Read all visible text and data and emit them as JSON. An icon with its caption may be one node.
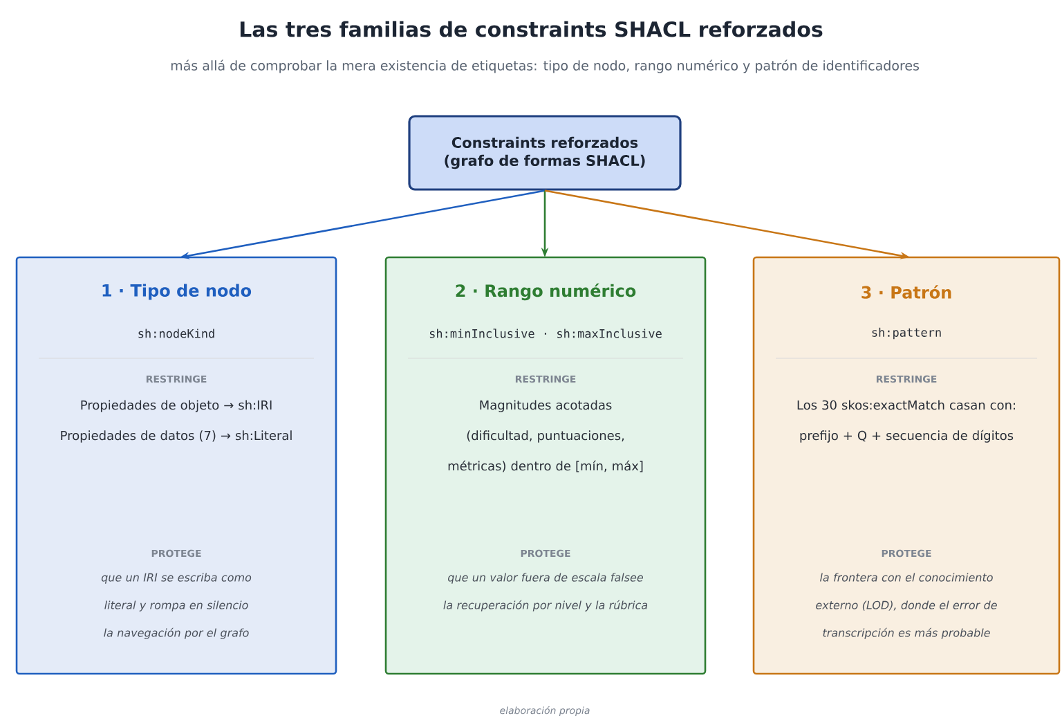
{
  "diagram": {
    "title": "Las tres familias de constraints SHACL reforzados",
    "caption": "elaboración propia",
    "labels": [
      "más allá de comprobar la mera existencia de etiquetas: tipo de nodo, rango numérico y patrón de identificadores"
    ],
    "nodes": [
      {
        "text": [
          "Constraints reforzados (grafo de formas SHACL)"
        ]
      },
      {
        "text": [
          "1 · Tipo de nodo",
          "sh:nodeKind",
          "RESTRINGE",
          "Propiedades de objeto → sh:IRI",
          "Propiedades de datos (7) → sh:Literal",
          "PROTEGE",
          "que un IRI se escriba como literal y rompa en silencio la navegación por el grafo"
        ]
      },
      {
        "text": [
          "2 · Rango numérico",
          "sh:minInclusive · sh:maxInclusive",
          "RESTRINGE",
          "Magnitudes acotadas (dificultad, puntuaciones, métricas) dentro de [mín, máx]",
          "PROTEGE",
          "que un valor fuera de escala falsee la recuperación por nivel y la rúbrica"
        ]
      },
      {
        "text": [
          "3 · Patrón",
          "sh:pattern",
          "RESTRINGE",
          "Los 30 skos:exactMatch casan con: prefijo + Q + secuencia de dígitos",
          "PROTEGE",
          "la frontera con el conocimiento externo (LOD), donde el error de transcripción es más probable"
        ]
      }
    ],
    "edges": [
      {
        "from": 0,
        "to": 1,
        "arrow": "to",
        "color": "#1f5fbf"
      },
      {
        "from": 0,
        "to": 2,
        "arrow": "to",
        "color": "#2e7d32"
      },
      {
        "from": 0,
        "to": 3,
        "arrow": "to",
        "color": "#c87616"
      }
    ]
  }
}
